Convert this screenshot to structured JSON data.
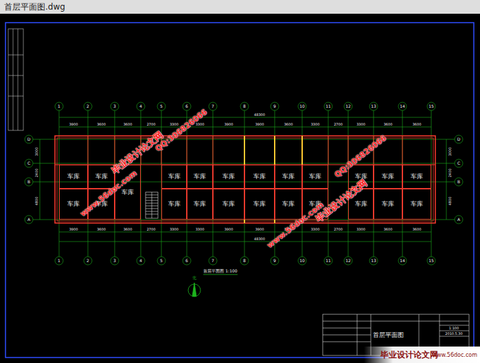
{
  "diagram": {
    "title": "首层平面图.dwg",
    "caption": "首层平面图 1:100",
    "nodes": [
      {
        "text": [
          "车库"
        ]
      },
      {
        "text": [
          "车库"
        ]
      },
      {
        "text": [
          "车库"
        ]
      },
      {
        "text": [
          "车库"
        ]
      },
      {
        "text": [
          "车库"
        ]
      },
      {
        "text": [
          "车库"
        ]
      },
      {
        "text": [
          "车库"
        ]
      },
      {
        "text": [
          "车库"
        ]
      },
      {
        "text": [
          "车库"
        ]
      },
      {
        "text": [
          "车库"
        ]
      },
      {
        "text": [
          "车库"
        ]
      },
      {
        "text": [
          "车库"
        ]
      },
      {
        "text": [
          "车库"
        ]
      },
      {
        "text": [
          "车库"
        ]
      },
      {
        "text": [
          "车库"
        ]
      },
      {
        "text": [
          "车库"
        ]
      },
      {
        "text": [
          "车库"
        ]
      },
      {
        "text": [
          "车库"
        ]
      },
      {
        "text": [
          "车库"
        ]
      },
      {
        "text": [
          "车库"
        ]
      },
      {
        "text": [
          "车库"
        ]
      },
      {
        "text": [
          "车库"
        ]
      },
      {
        "text": [
          "车库"
        ]
      }
    ],
    "labels": [
      "1",
      "2",
      "3",
      "4",
      "5",
      "6",
      "7",
      "8",
      "9",
      "10",
      "11",
      "12",
      "13",
      "14",
      "15",
      "1",
      "2",
      "3",
      "4",
      "5",
      "6",
      "7",
      "8",
      "9",
      "10",
      "11",
      "12",
      "13",
      "14",
      "15",
      "D",
      "C",
      "B",
      "A",
      "D",
      "C",
      "B",
      "A",
      "3900",
      "3600",
      "3600",
      "2700",
      "3300",
      "3300",
      "3900",
      "3900",
      "3600",
      "3300",
      "2700",
      "3300",
      "3600",
      "3600",
      "48300",
      "3900",
      "3600",
      "3600",
      "2700",
      "3300",
      "3300",
      "3900",
      "3900",
      "3600",
      "3300",
      "2700",
      "3300",
      "3600",
      "3600",
      "48300",
      "3000",
      "2400",
      "4800",
      "3000",
      "2400",
      "4800",
      "毕业设计论文网",
      "QQ:306826066",
      "www.56doc.com",
      "毕业设计论文网",
      "QQ:306826066",
      "www.56doc.com",
      "北",
      "首层平面图",
      "1:100",
      "2010.5.30",
      "毕业设计论文网",
      "www.56doc.com"
    ]
  }
}
